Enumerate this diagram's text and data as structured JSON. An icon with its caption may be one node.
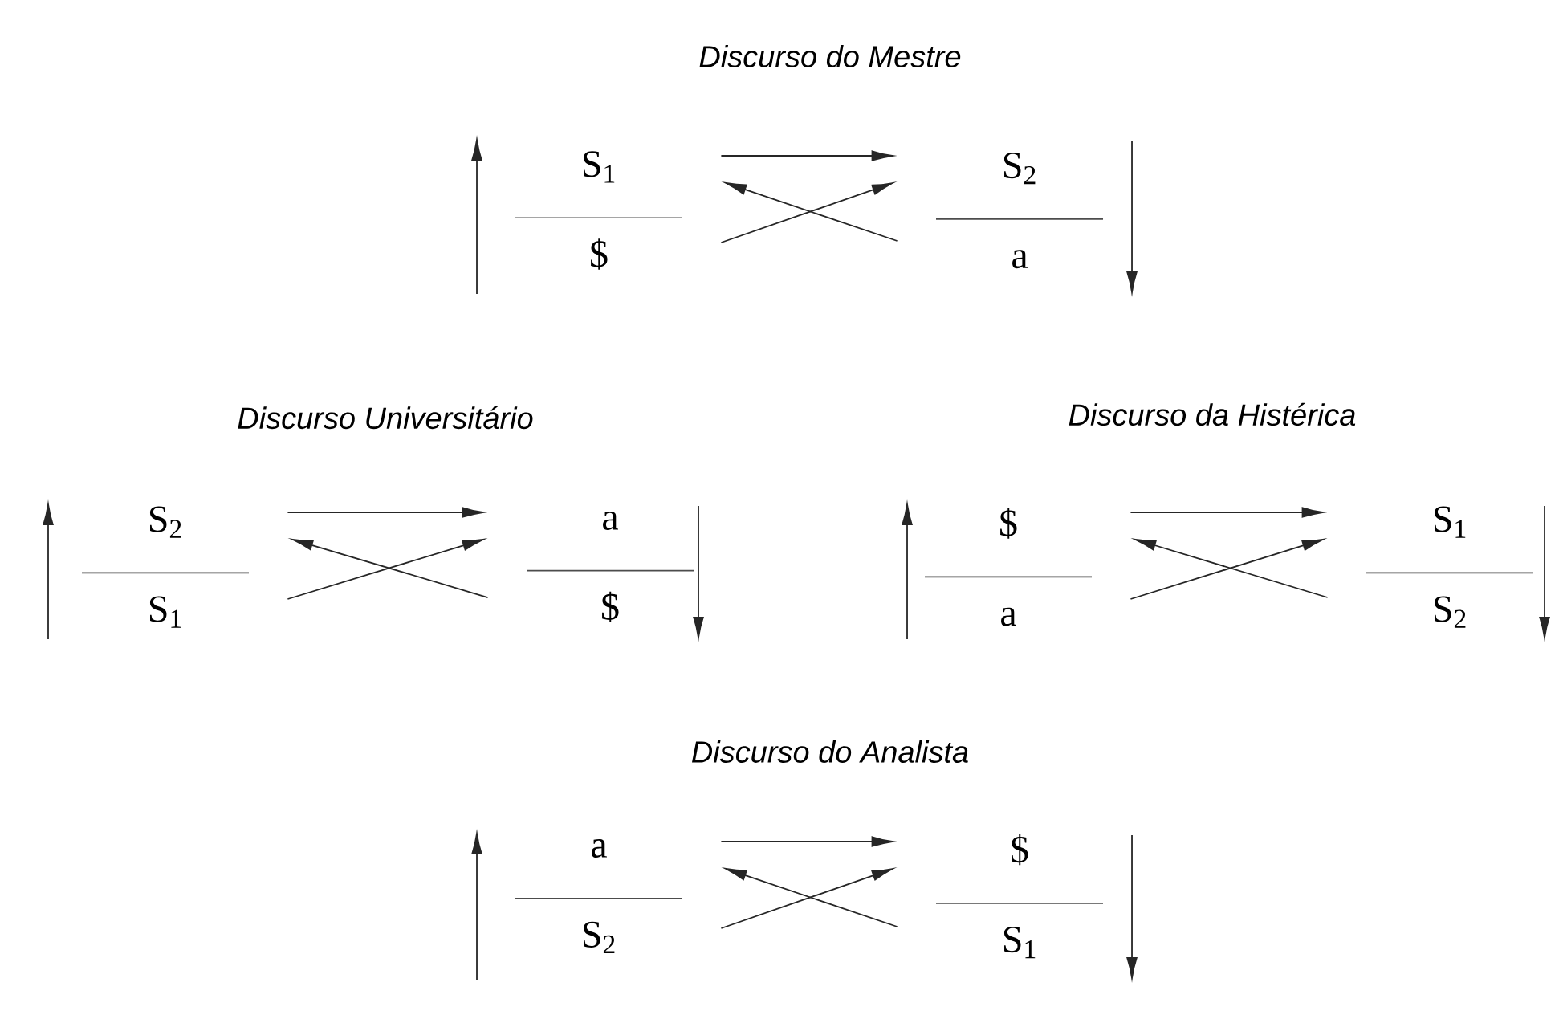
{
  "diagram": {
    "nodes": [
      {
        "text": [
          "S$_{1}$",
          "$"
        ]
      },
      {
        "text": [
          "S$_{2}$",
          "a"
        ]
      },
      {
        "text": [
          "S$_{2}$",
          "S$_{1}$"
        ]
      },
      {
        "text": [
          "a",
          "$"
        ]
      },
      {
        "text": [
          "$",
          "a"
        ]
      },
      {
        "text": [
          "S$_{1}$",
          "S$_{2}$"
        ]
      },
      {
        "text": [
          "a",
          "S$_{2}$"
        ]
      },
      {
        "text": [
          "$",
          "S$_{1}$"
        ]
      }
    ],
    "edges": [
      {
        "from": 0,
        "to": 1,
        "arrow": "to"
      },
      {
        "from": 0,
        "to": 1,
        "arrow": "to"
      },
      {
        "from": 1,
        "to": 0,
        "arrow": "to"
      },
      {
        "from": 2,
        "to": 3,
        "arrow": "to"
      },
      {
        "from": 2,
        "to": 3,
        "arrow": "to"
      },
      {
        "from": 3,
        "to": 2,
        "arrow": "to"
      },
      {
        "from": 4,
        "to": 5,
        "arrow": "to"
      },
      {
        "from": 4,
        "to": 5,
        "arrow": "to"
      },
      {
        "from": 5,
        "to": 4,
        "arrow": "to"
      },
      {
        "from": 6,
        "to": 7,
        "arrow": "to"
      },
      {
        "from": 6,
        "to": 7,
        "arrow": "to"
      },
      {
        "from": 7,
        "to": 6,
        "arrow": "to"
      }
    ],
    "labels": [
      "Discurso do Mestre",
      "Discurso Universitário",
      "Discurso da Histérica",
      "Discurso do Analista"
    ]
  }
}
